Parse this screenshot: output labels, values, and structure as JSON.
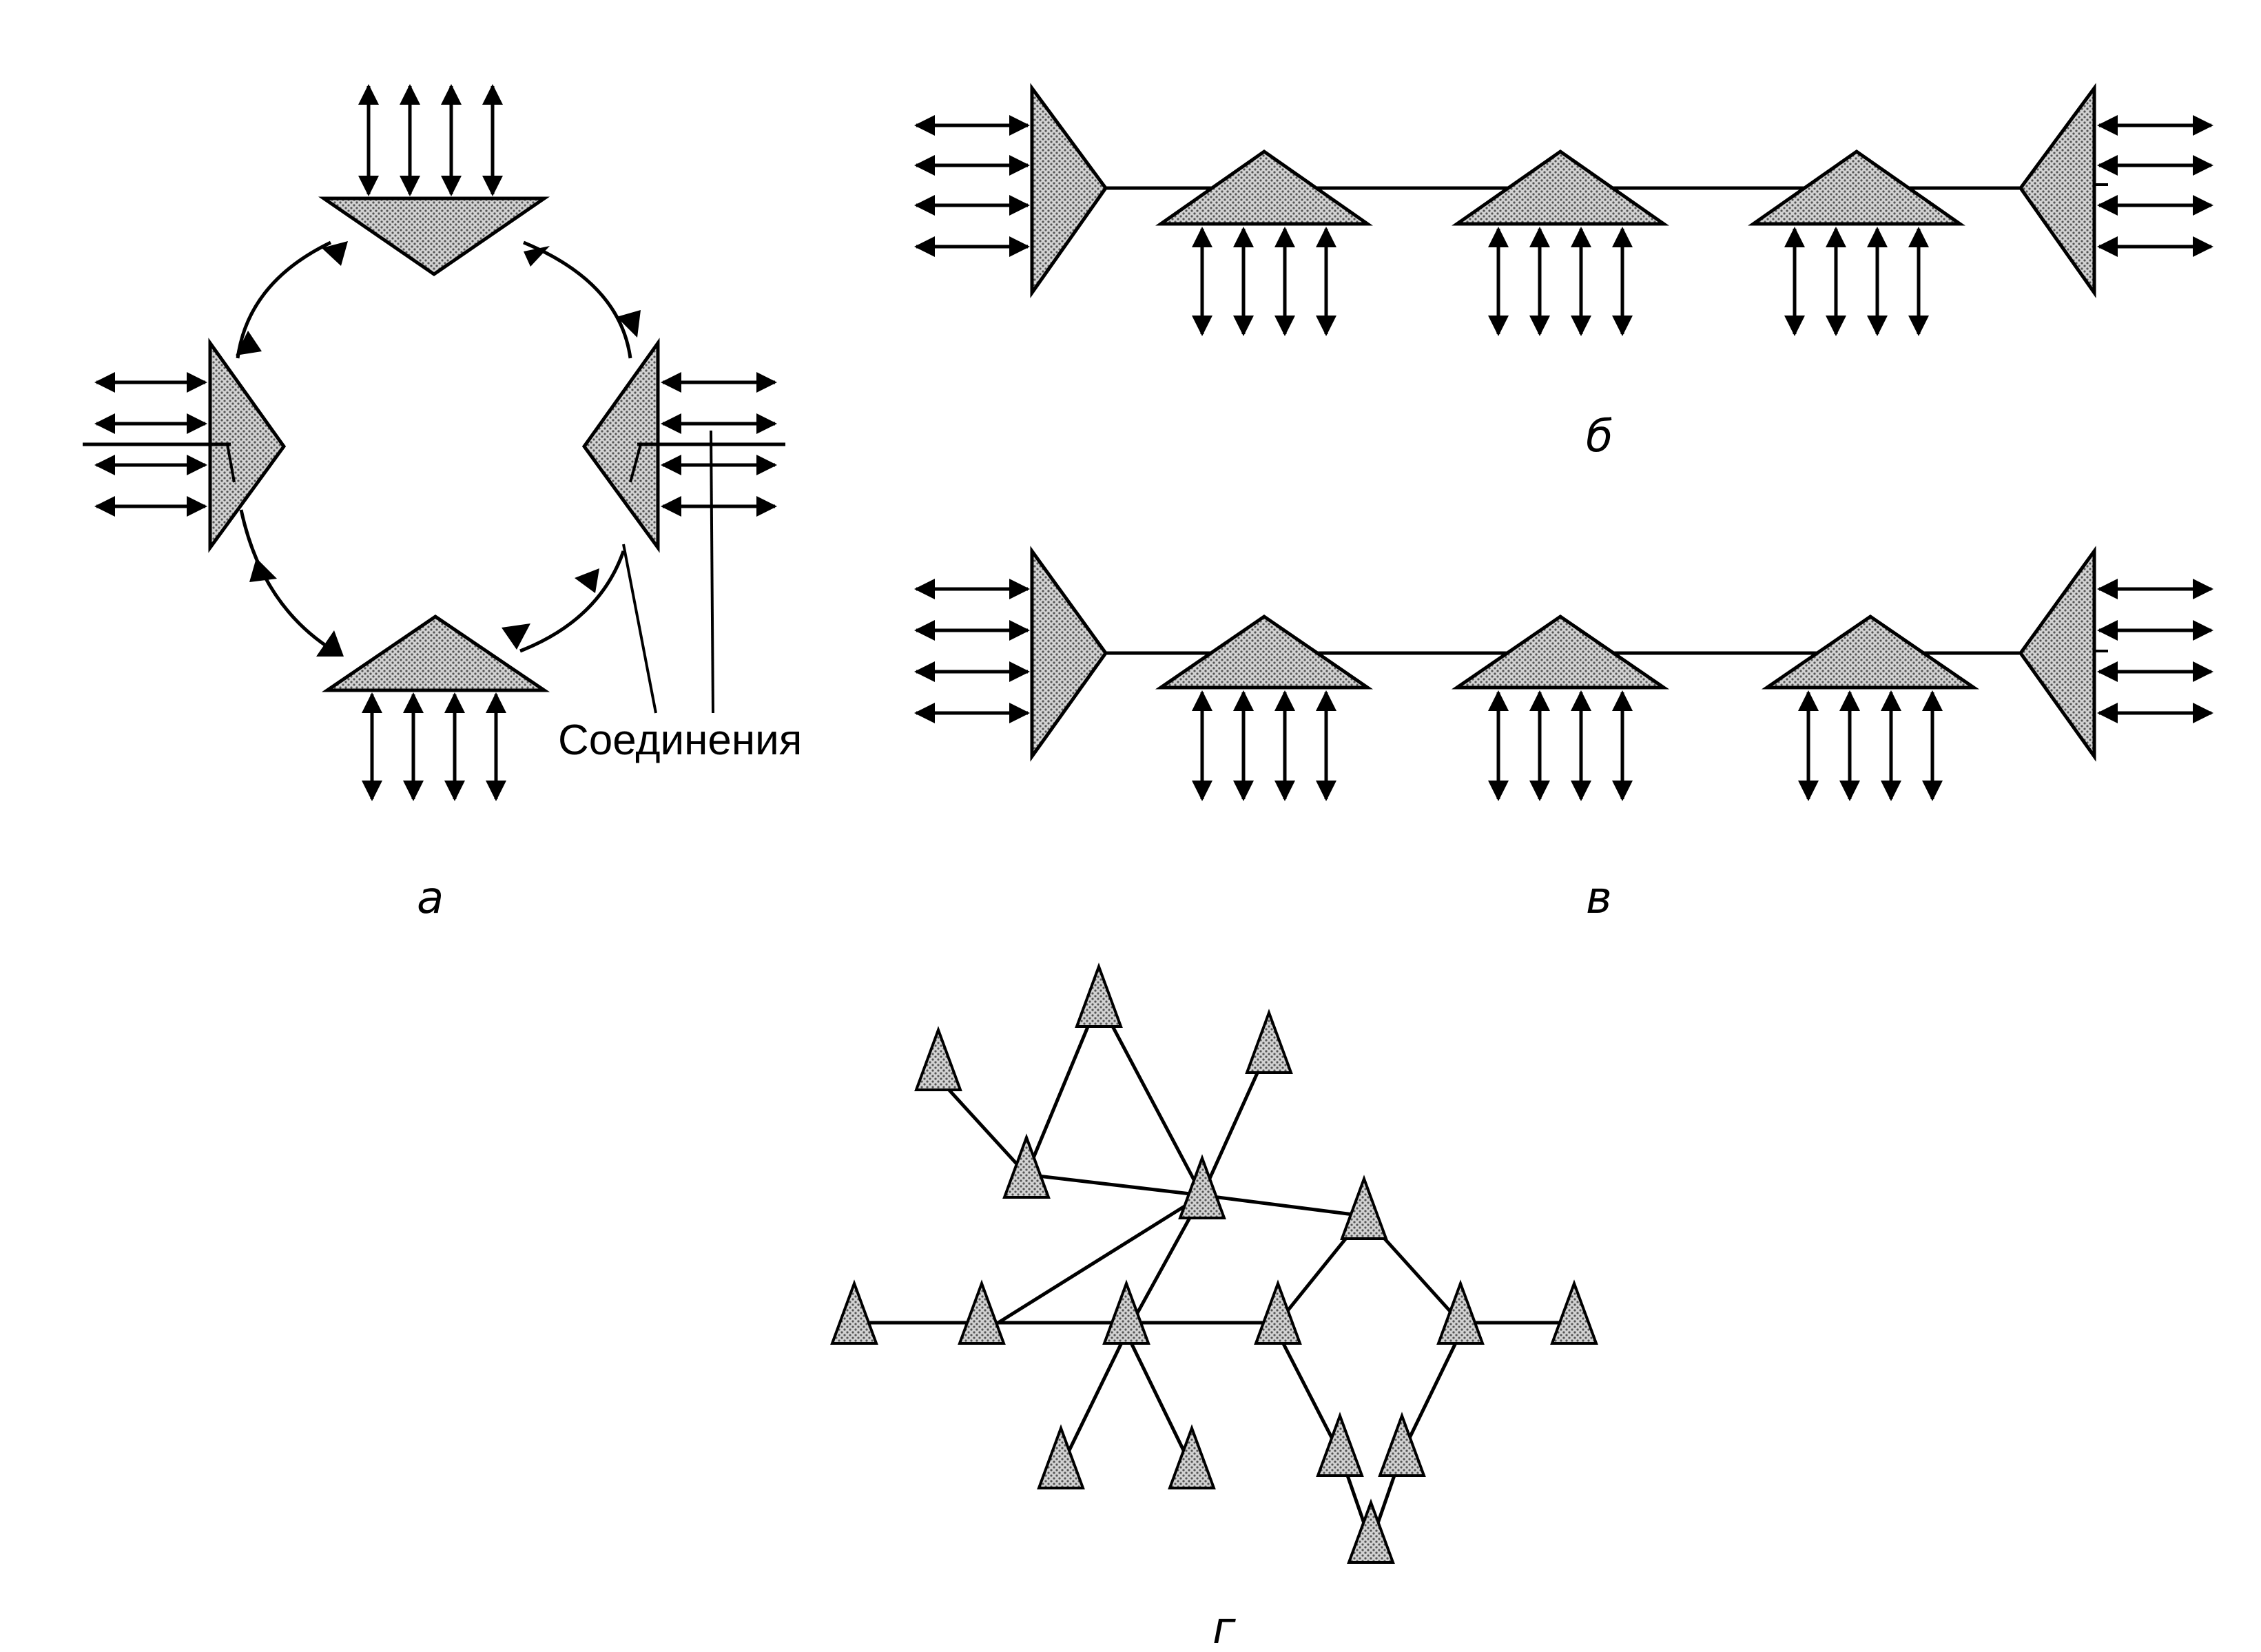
{
  "panels": {
    "a": {
      "label": "а"
    },
    "b": {
      "label": "б"
    },
    "v": {
      "label": "в"
    },
    "g": {
      "label": "г"
    }
  },
  "annotations": {
    "connections": "Соединения"
  },
  "colors": {
    "ink": "#000000",
    "fill_dots": "#9a9a9a",
    "background": "#ffffff"
  }
}
